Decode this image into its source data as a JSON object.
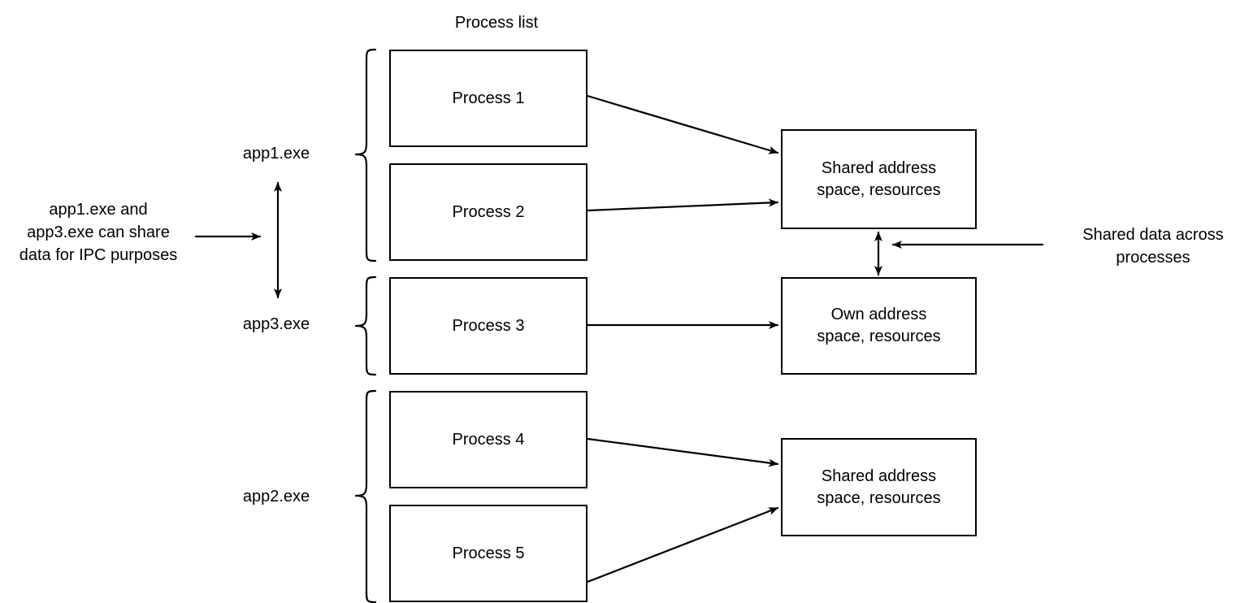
{
  "diagram": {
    "title": "Process list",
    "process_boxes": [
      {
        "label": "Process 1"
      },
      {
        "label": "Process 2"
      },
      {
        "label": "Process 3"
      },
      {
        "label": "Process 4"
      },
      {
        "label": "Process 5"
      }
    ],
    "app_labels": [
      {
        "label": "app1.exe"
      },
      {
        "label": "app3.exe"
      },
      {
        "label": "app2.exe"
      }
    ],
    "memory_boxes": [
      {
        "line1": "Shared address",
        "line2": "space, resources"
      },
      {
        "line1": "Own address",
        "line2": "space, resources"
      },
      {
        "line1": "Shared address",
        "line2": "space, resources"
      }
    ],
    "annotations": [
      {
        "text": "app1.exe and\napp3.exe can share\ndata for IPC purposes"
      },
      {
        "text": "Shared data across\nprocesses"
      }
    ],
    "colors": {
      "stroke": "#000000",
      "fill": "#ffffff",
      "text": "#000000"
    }
  }
}
